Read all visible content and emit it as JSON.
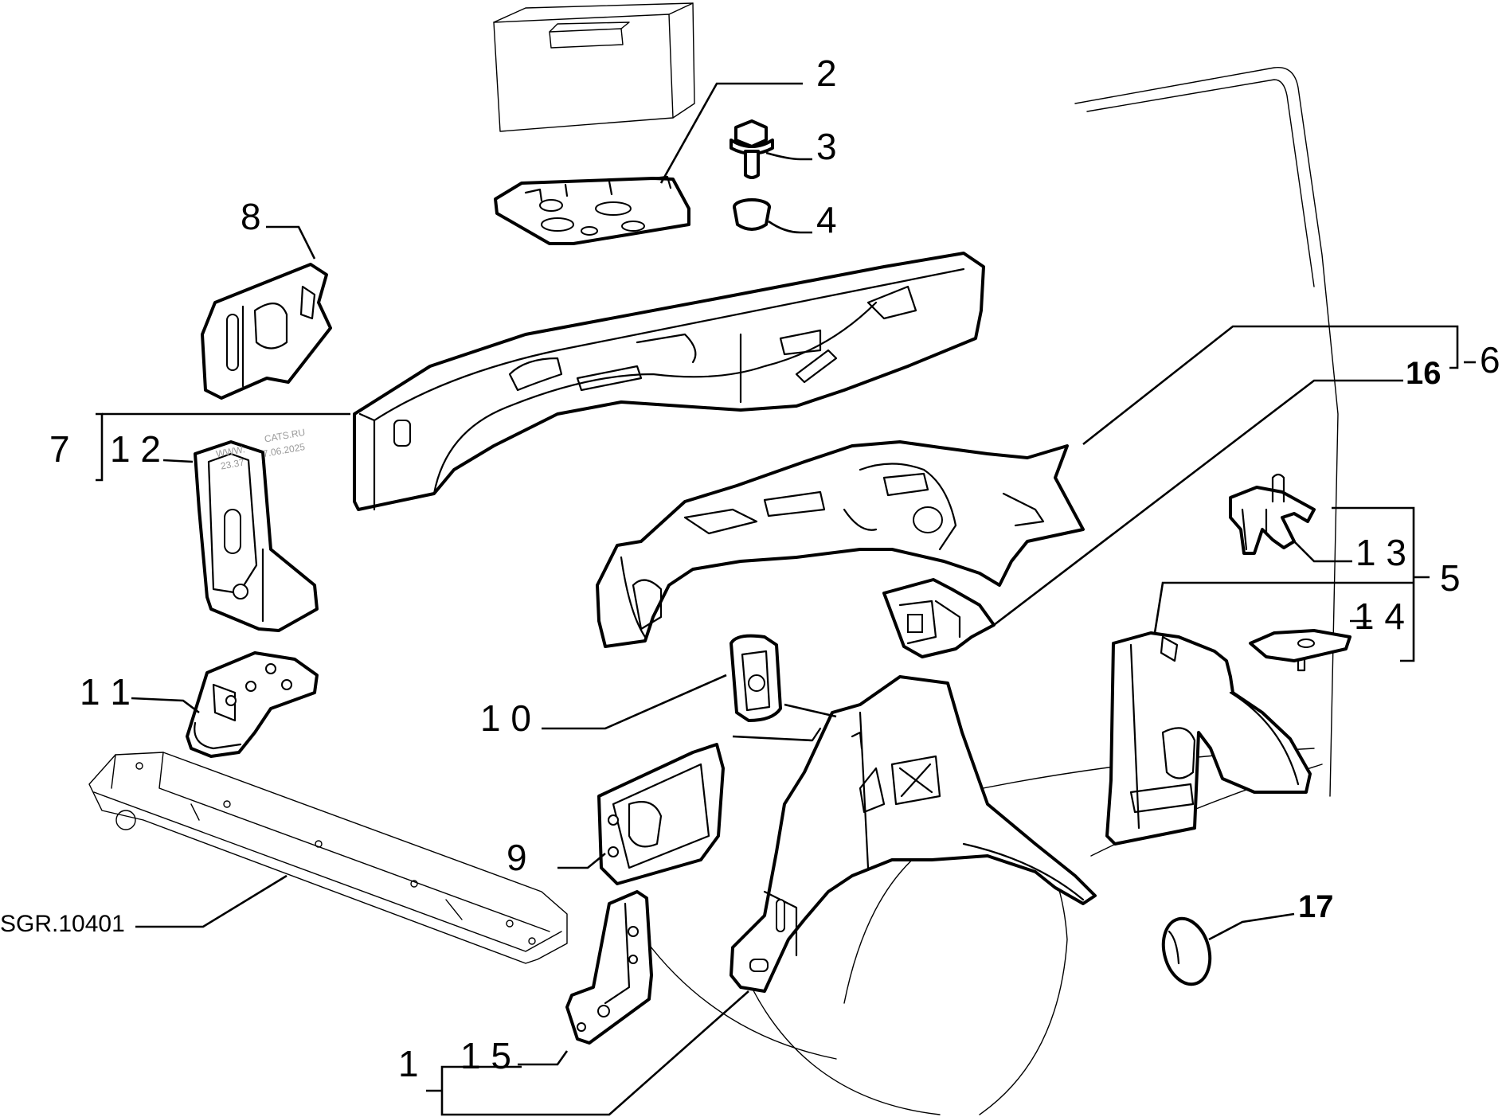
{
  "diagram": {
    "watermark": [
      "WWW.",
      "CATS.RU",
      "23.37",
      "7.06.2025"
    ],
    "reference_code": "SGR.10401",
    "callouts": {
      "c1": "1",
      "c2": "2",
      "c3": "3",
      "c4": "4",
      "c5": "5",
      "c6": "6",
      "c7": "7",
      "c8": "8",
      "c9": "9",
      "c10": "1 0",
      "c11": "1 1",
      "c12": "1 2",
      "c13": "1 3",
      "c14": "1 4",
      "c15": "1 5",
      "c16": "16",
      "c17": "17"
    }
  }
}
